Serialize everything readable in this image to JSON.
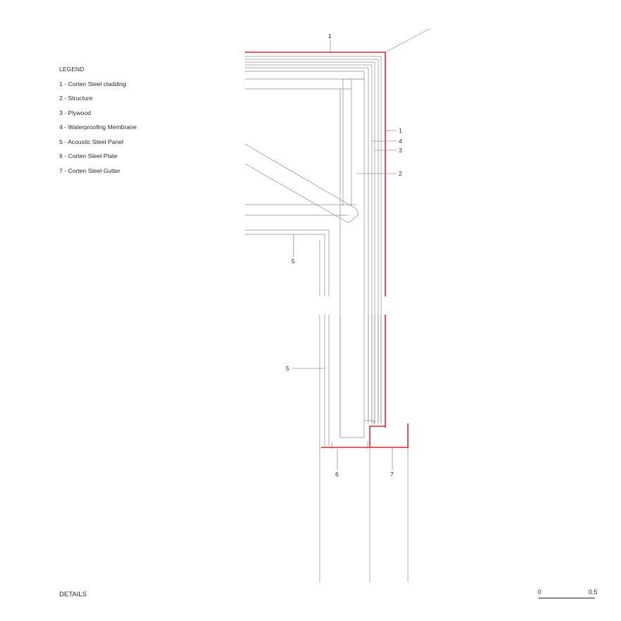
{
  "legend": {
    "title": "LEGEND",
    "items": [
      "1 - Corten Steel cladding",
      "2 - Structure",
      "3 - Plywood",
      "4 - Waterproofing Membrane",
      "5 - Acoustic Steel Panel",
      "6 - Corten Steel Plate",
      "7 - Corten Steel Gutter"
    ]
  },
  "callouts": [
    "1",
    "1",
    "4",
    "3",
    "2",
    "5",
    "5",
    "6",
    "7"
  ],
  "footer": {
    "title": "DETAILS"
  },
  "scale_bar": {
    "min_label": "0",
    "max_label": "0.5"
  },
  "colors": {
    "cladding": "#e0262c",
    "linework": "#8c8c8c",
    "text": "#2a2a2a"
  }
}
